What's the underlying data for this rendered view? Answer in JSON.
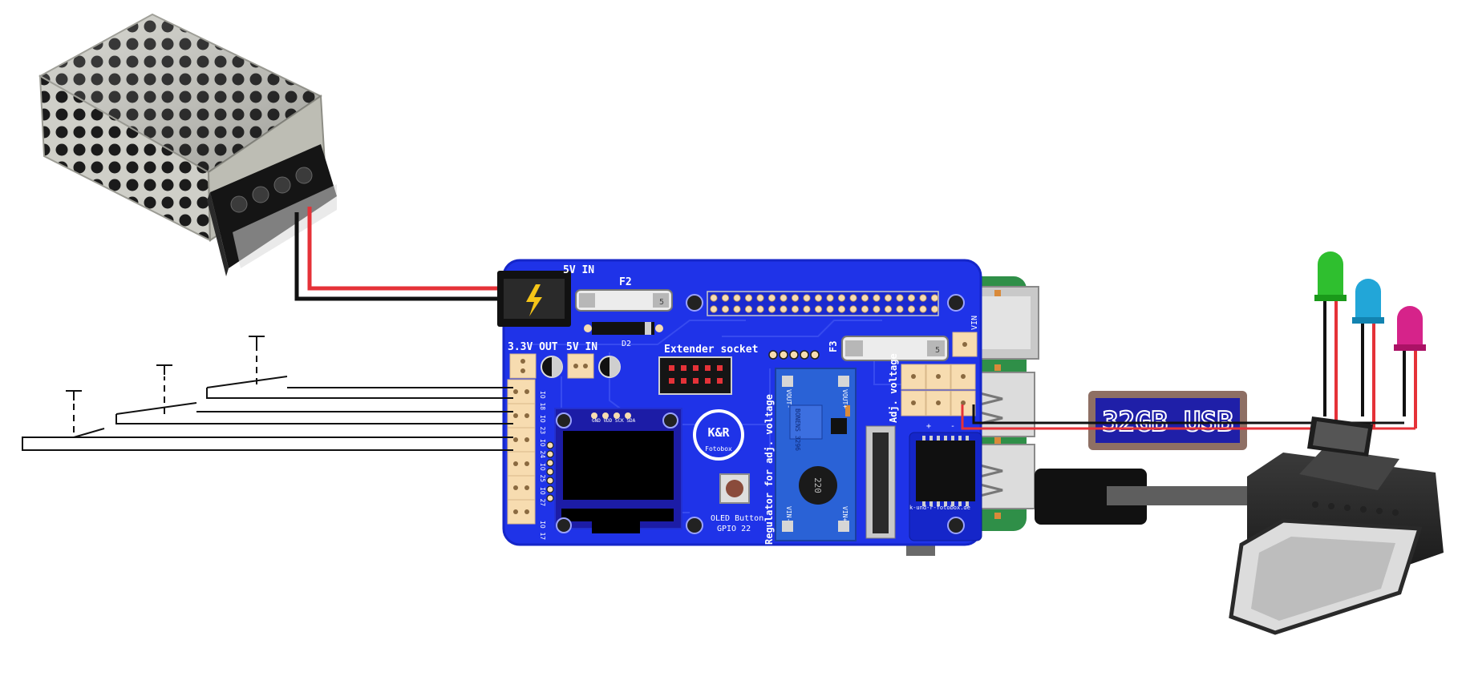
{
  "colors": {
    "pcb": "#1f33e8",
    "pcb_edge": "#1526c9",
    "pi_green": "#2f8f48",
    "wire_red": "#e53238",
    "wire_black": "#111111",
    "led_green": "#2fbf2f",
    "led_blue": "#22a6d8",
    "led_magenta": "#d6238a",
    "header_pad": "#f7dcb0",
    "usb_stick_body": "#1f1fa8",
    "usb_stick_frame": "#8e6f64"
  },
  "power_supply": {
    "name": "power-supply-unit"
  },
  "board": {
    "label_5v_in_top": "5V IN",
    "label_fuse_f2": "F2",
    "label_fuse_f3": "F3",
    "label_diode_d2": "D2",
    "label_33v_out": "3.3V OUT",
    "label_5v_in_mid": "5V IN",
    "label_extender": "Extender socket",
    "label_regulator": "Regulator for adj. voltage",
    "label_adj_voltage": "Adj. voltage",
    "label_vin": "VIN",
    "label_vout_minus": "VOUT-",
    "label_vout_plus": "VOUT+",
    "label_vin_minus": "VIN-",
    "label_vin_plus": "VIN+",
    "label_oled_button": "OLED Button",
    "label_gpio22": "GPIO 22",
    "label_website": "k-und-r-fotobox.de",
    "logo_text": "K&R",
    "logo_sub": "Fotobox",
    "label_gpio_pins": [
      "IO 18",
      "IO 23",
      "IO 24",
      "IO 25",
      "IO 27",
      "IO 17"
    ],
    "inductor_value": "220",
    "regulator_chip": "BONENS 3296",
    "oled_pins": "GND VDD SCK SDA",
    "fuse_value": "5"
  },
  "usb_stick": {
    "label": "32GB USB"
  },
  "leds": [
    {
      "color": "green"
    },
    {
      "color": "blue"
    },
    {
      "color": "magenta"
    }
  ],
  "buttons": [
    {
      "name": "push-button-1"
    },
    {
      "name": "push-button-2"
    },
    {
      "name": "push-button-3"
    }
  ],
  "printer": {
    "name": "photo-printer"
  }
}
